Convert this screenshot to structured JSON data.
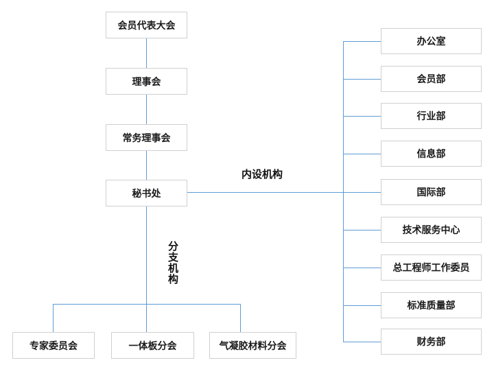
{
  "diagram": {
    "title": "organization-chart",
    "left_chain": [
      {
        "label": "会员代表大会"
      },
      {
        "label": "理事会"
      },
      {
        "label": "常务理事会"
      },
      {
        "label": "秘书处"
      }
    ],
    "internal_group_label": "内设机构",
    "branch_group_label": "分支机构",
    "internal_departments": [
      {
        "label": "办公室"
      },
      {
        "label": "会员部"
      },
      {
        "label": "行业部"
      },
      {
        "label": "信息部"
      },
      {
        "label": "国际部"
      },
      {
        "label": "技术服务中心"
      },
      {
        "label": "总工程师工作委员"
      },
      {
        "label": "标准质量部"
      },
      {
        "label": "财务部"
      }
    ],
    "branches": [
      {
        "label": "专家委员会"
      },
      {
        "label": "一体板分会"
      },
      {
        "label": "气凝胶材料分会"
      }
    ],
    "colors": {
      "connector_blue": "#5b9bd5",
      "box_border_gray": "#cfcfcf",
      "text_black": "#1a1a1a",
      "background": "#ffffff"
    }
  }
}
